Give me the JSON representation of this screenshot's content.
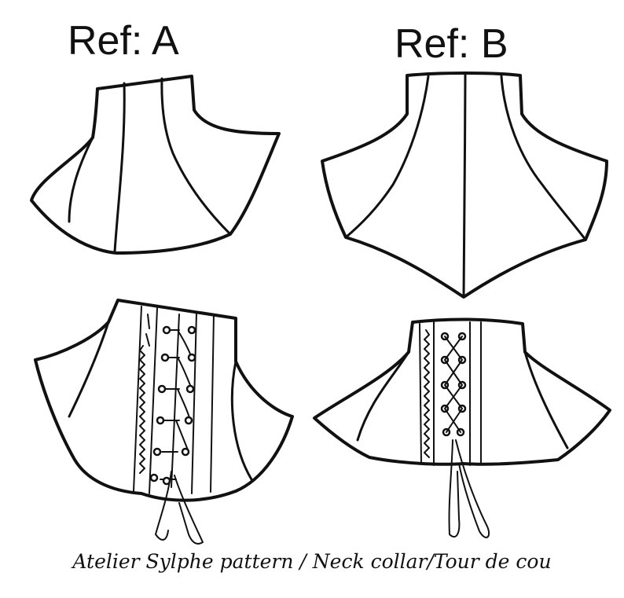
{
  "labels": {
    "ref_a": "Ref: A",
    "ref_b": "Ref: B"
  },
  "caption": "Atelier Sylphe pattern / Neck collar/Tour de cou",
  "colors": {
    "line": "#111111",
    "background": "#ffffff"
  }
}
